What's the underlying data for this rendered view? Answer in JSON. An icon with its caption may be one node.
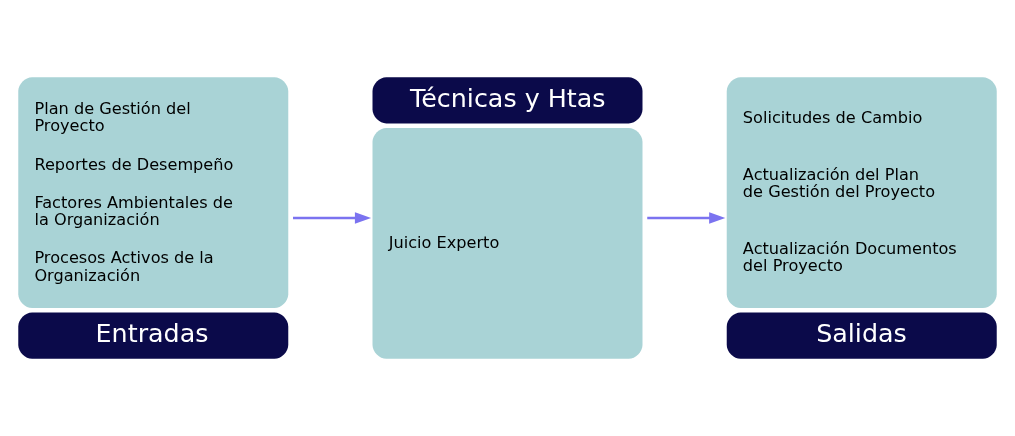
{
  "diagram": {
    "nodes": [
      {
        "text": [
          "Plan de Gestión del Proyecto",
          "Reportes de Desempeño",
          "Factores Ambientales de la Organización",
          "Procesos Activos de la Organización",
          "Entradas"
        ]
      },
      {
        "text": [
          "Técnicas y Htas",
          "Juicio Experto"
        ]
      },
      {
        "text": [
          "Solicitudes de Cambio",
          "Actualización del Plan de Gestión del Proyecto",
          "Actualización Documentos del Proyecto",
          "Salidas"
        ]
      }
    ],
    "edges": [
      {
        "from": 0,
        "to": 1,
        "arrow": "to"
      },
      {
        "from": 1,
        "to": 2,
        "arrow": "to"
      }
    ]
  }
}
